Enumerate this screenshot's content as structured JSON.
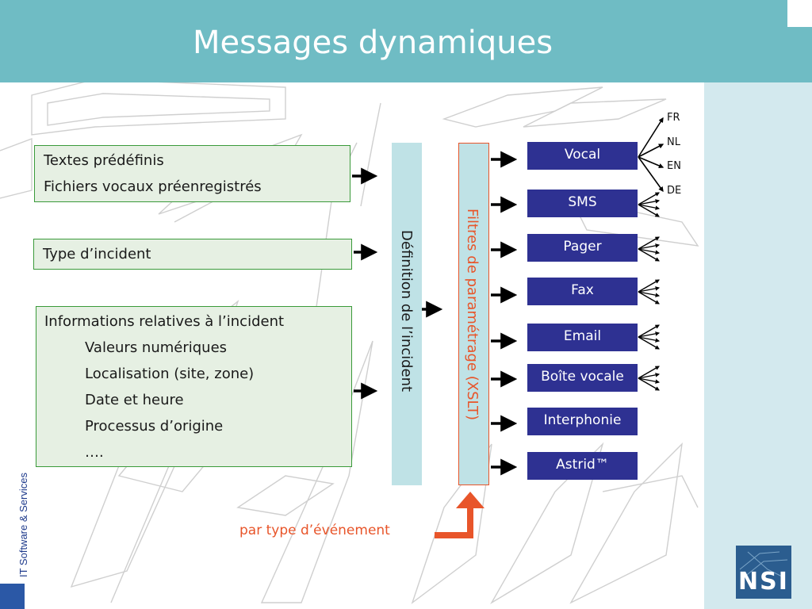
{
  "title": "Messages dynamiques",
  "side_text": "IT Software & Services",
  "inputs": {
    "box1": [
      "Textes prédéfinis",
      "Fichiers vocaux préenregistrés"
    ],
    "box2": [
      "Type d’incident"
    ],
    "box3": [
      "Informations relatives à l’incident",
      "Valeurs numériques",
      "Localisation (site, zone)",
      "Date et heure",
      "Processus d’origine",
      "…."
    ]
  },
  "definition_label": "Définition de l’incident",
  "filter_label": "Filtres de paramétrage (XSLT)",
  "channels": [
    "Vocal",
    "SMS",
    "Pager",
    "Fax",
    "Email",
    "Boîte vocale",
    "Interphonie",
    "Astrid™"
  ],
  "languages": [
    "FR",
    "NL",
    "EN",
    "DE"
  ],
  "event_label": "par type d’événement",
  "logo_text": "NSI",
  "colors": {
    "header": "#6fbcc4",
    "channel_fill": "#2e3192",
    "input_fill": "#e6f0e3",
    "input_border": "#3a9a3a",
    "column_fill": "#bfe2e6",
    "accent": "#e8552a",
    "panel": "#d3e9ee"
  }
}
